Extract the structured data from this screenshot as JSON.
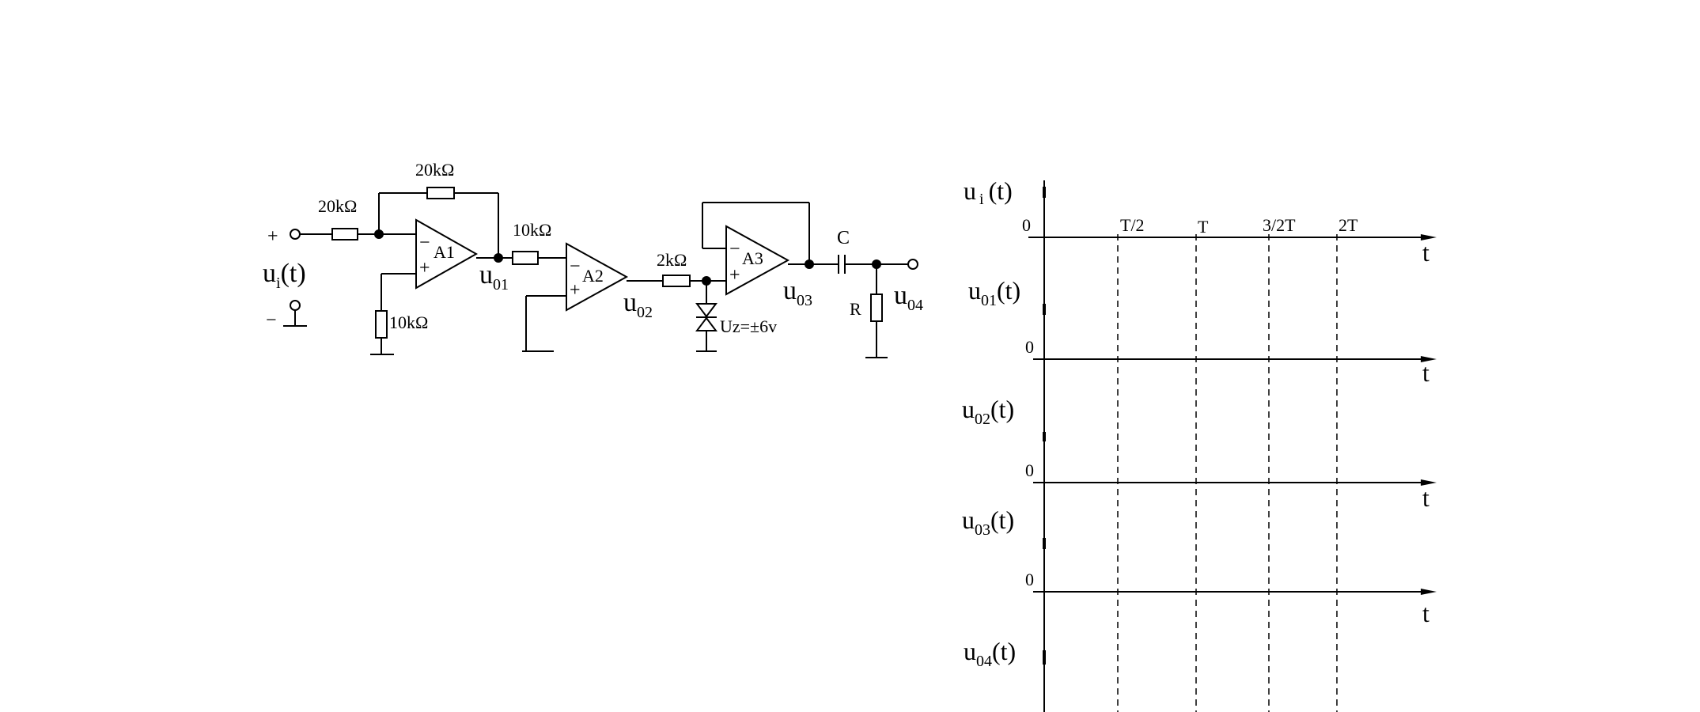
{
  "circuit": {
    "input_plus": "+",
    "input_minus": "−",
    "input_label": "u",
    "input_label_sub": "i",
    "input_label_paren": "(t)",
    "r_in": "20kΩ",
    "r_feedback": "20kΩ",
    "r_ground": "10kΩ",
    "opamp1": "A1",
    "out1": "u",
    "out1_sub": "01",
    "r_a2": "10kΩ",
    "opamp2": "A2",
    "out2": "u",
    "out2_sub": "02",
    "r_a3": "2kΩ",
    "zener": "Uz=±6v",
    "opamp3": "A3",
    "out3": "u",
    "out3_sub": "03",
    "cap": "C",
    "res": "R",
    "out4": "u",
    "out4_sub": "04",
    "minus_sign": "−",
    "plus_sign": "+"
  },
  "waveforms": {
    "signals": [
      {
        "label": "u",
        "sub": "i",
        "paren": "(t)"
      },
      {
        "label": "u",
        "sub": "01",
        "paren": "(t)"
      },
      {
        "label": "u",
        "sub": "02",
        "paren": "(t)"
      },
      {
        "label": "u",
        "sub": "03",
        "paren": "(t)"
      },
      {
        "label": "u",
        "sub": "04",
        "paren": "(t)"
      }
    ],
    "zero": "0",
    "time_axis_label": "t",
    "time_ticks": [
      "T/2",
      "T",
      "3/2T",
      "2T"
    ]
  }
}
